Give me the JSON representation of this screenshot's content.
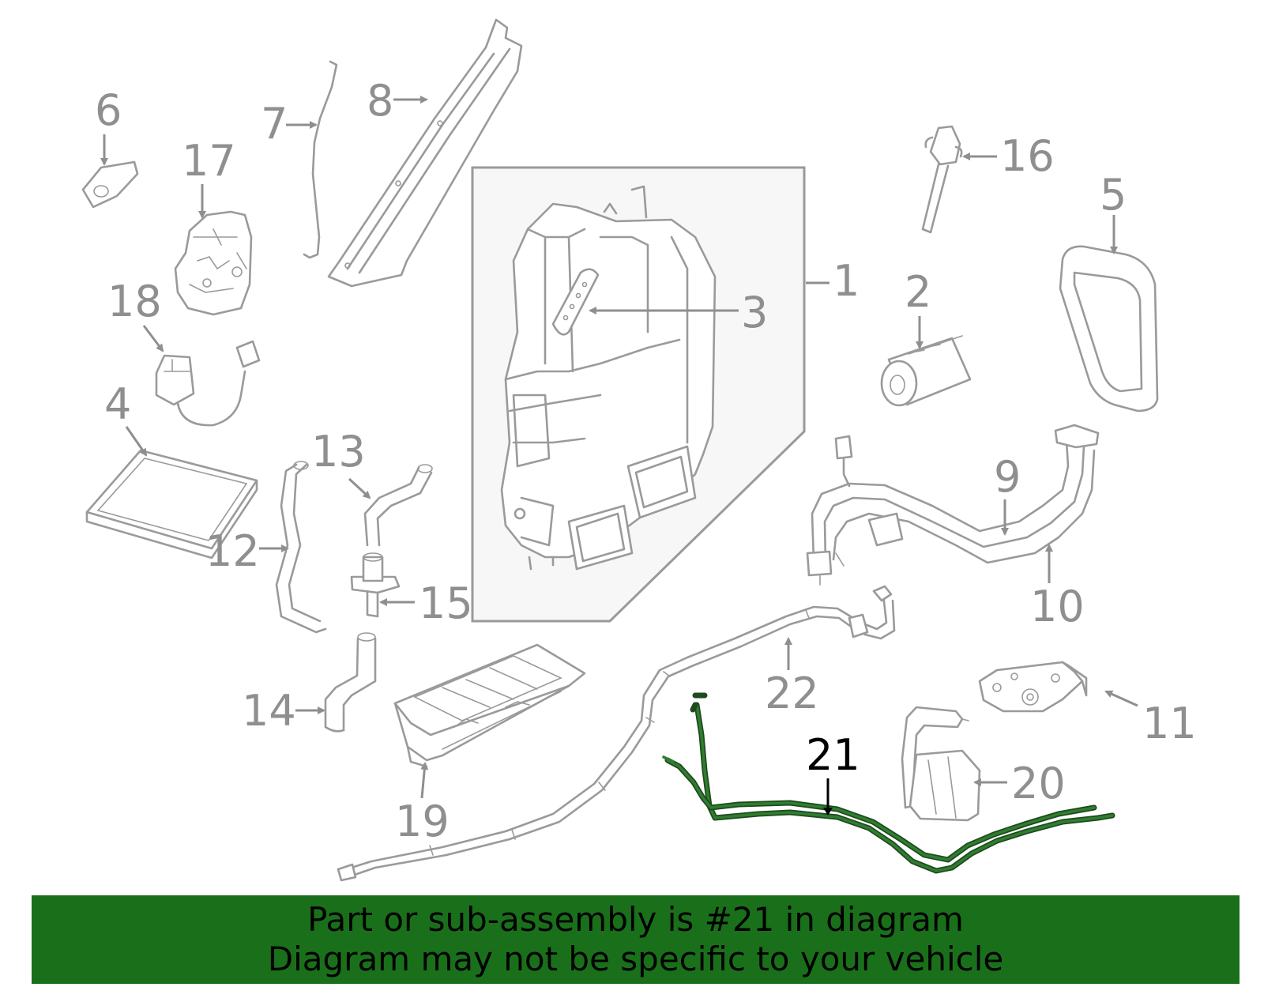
{
  "callouts": {
    "c1": "1",
    "c2": "2",
    "c3": "3",
    "c4": "4",
    "c5": "5",
    "c6": "6",
    "c7": "7",
    "c8": "8",
    "c9": "9",
    "c10": "10",
    "c11": "11",
    "c12": "12",
    "c13": "13",
    "c14": "14",
    "c15": "15",
    "c16": "16",
    "c17": "17",
    "c18": "18",
    "c19": "19",
    "c20": "20",
    "c21": "21",
    "c22": "22"
  },
  "highlighted_part": "21",
  "colors": {
    "line_art": "#9a9a9a",
    "highlight_part": "#2f7d2f",
    "banner_background": "#1a701a",
    "banner_text": "#000000"
  },
  "banner": {
    "line1": "Part or sub-assembly is #21 in diagram",
    "line2": "Diagram may not be specific to your vehicle"
  }
}
